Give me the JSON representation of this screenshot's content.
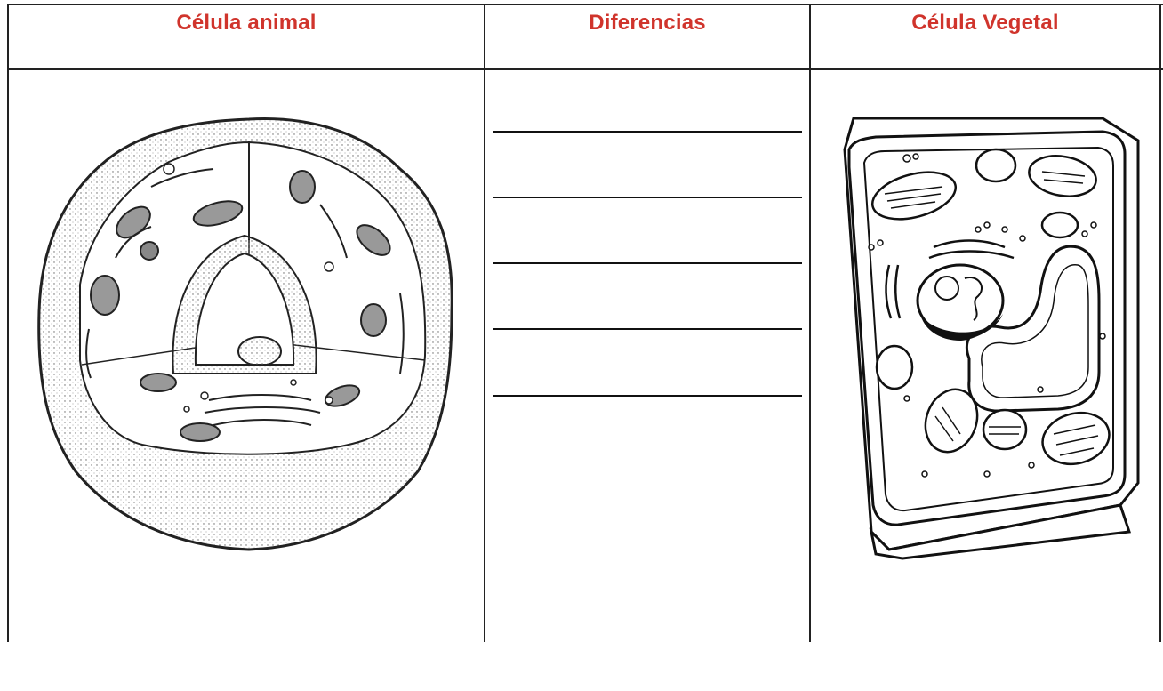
{
  "header": {
    "animal_title": "Célula animal",
    "differences_title": "Diferencias",
    "plant_title": "Célula Vegetal"
  },
  "answer_lines": [
    {
      "text": ""
    },
    {
      "text": ""
    },
    {
      "text": ""
    },
    {
      "text": ""
    },
    {
      "text": ""
    }
  ],
  "icons": {
    "animal_cell": "animal-cell-drawing",
    "plant_cell": "plant-cell-drawing"
  },
  "colors": {
    "title": "#d0342c",
    "lines": "#222222"
  }
}
